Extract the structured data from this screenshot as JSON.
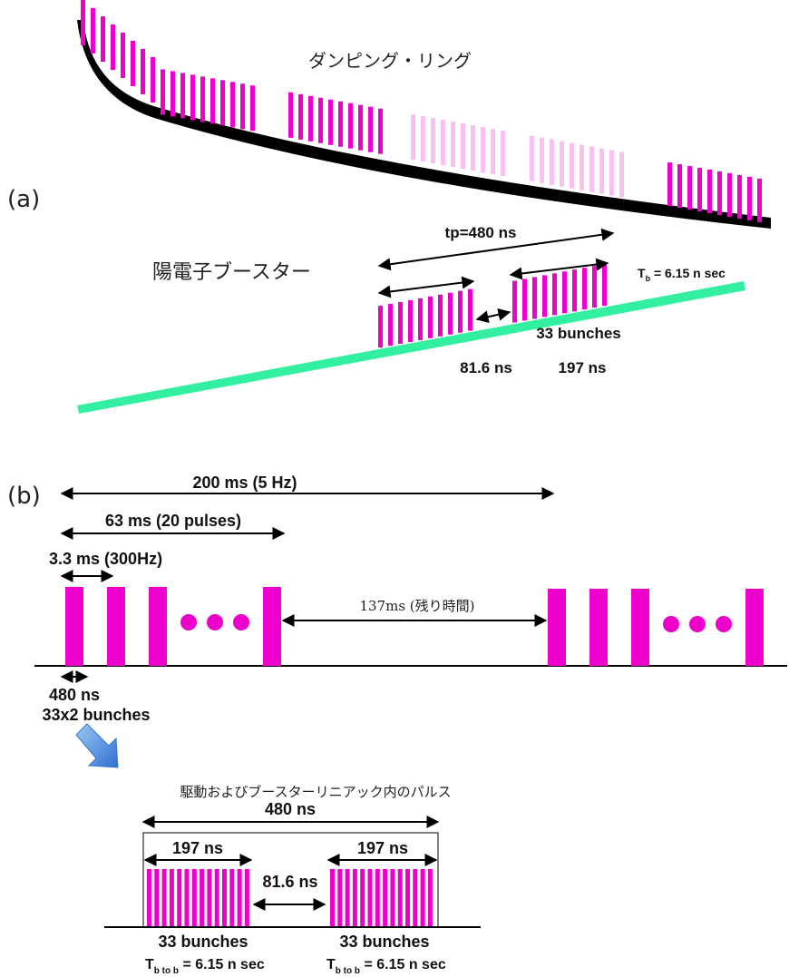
{
  "colors": {
    "magenta": "#ee00cc",
    "magenta_faded": "#f8bff0",
    "ring": "#000000",
    "booster_line": "#33f0a0",
    "arrow": "#000000",
    "down_arrow": "#4a8fe0"
  },
  "panel_a": {
    "tag": "(a)",
    "ring_label": "ダンピング・リング",
    "booster_label": "陽電子ブースター",
    "tp_label": "tp=480 ns",
    "tb_label": "T",
    "tb_sub": "b",
    "tb_value": " = 6.15 n sec",
    "bunches_label": "33 bunches",
    "gap_label": "81.6 ns",
    "train_label": "197 ns"
  },
  "panel_b": {
    "tag": "(b)",
    "period_label": "200 ms (5 Hz)",
    "pulses_label": "63 ms (20 pulses)",
    "spacing_label": "3.3 ms (300Hz)",
    "remaining_label": "137ms (残り時間)",
    "width_label": "480 ns",
    "bunches_label": "33x2 bunches",
    "inset_caption": "駆動およびブースターリニアック内のパルス",
    "inset_total": "480 ns",
    "inset_train_left": "197 ns",
    "inset_train_right": "197 ns",
    "inset_gap": "81.6 ns",
    "inset_bunches_left": "33 bunches",
    "inset_bunches_right": "33 bunches",
    "inset_tb_main": "T",
    "inset_tb_sub": "b to b",
    "inset_tb_value": " = 6.15 n sec"
  }
}
